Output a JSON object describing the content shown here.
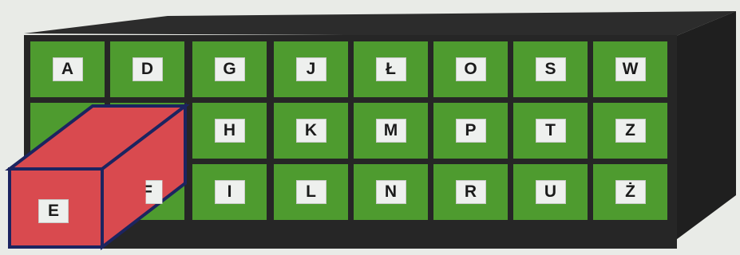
{
  "colors": {
    "background": "#e9ebe7",
    "cabinet": "#262626",
    "drawer_green": "#4e9b2f",
    "drawer_red": "#d94a4f",
    "label": "#eef0ee",
    "letter": "#1b1b1b"
  },
  "drawers": {
    "row1": [
      "A",
      "D",
      "G",
      "J",
      "Ł",
      "O",
      "S",
      "W"
    ],
    "row2": [
      "",
      "",
      "H",
      "K",
      "M",
      "P",
      "T",
      "Z"
    ],
    "row3": [
      "",
      "F",
      "I",
      "L",
      "N",
      "R",
      "U",
      "Ż"
    ]
  },
  "pulled_drawer": {
    "label": "E"
  }
}
